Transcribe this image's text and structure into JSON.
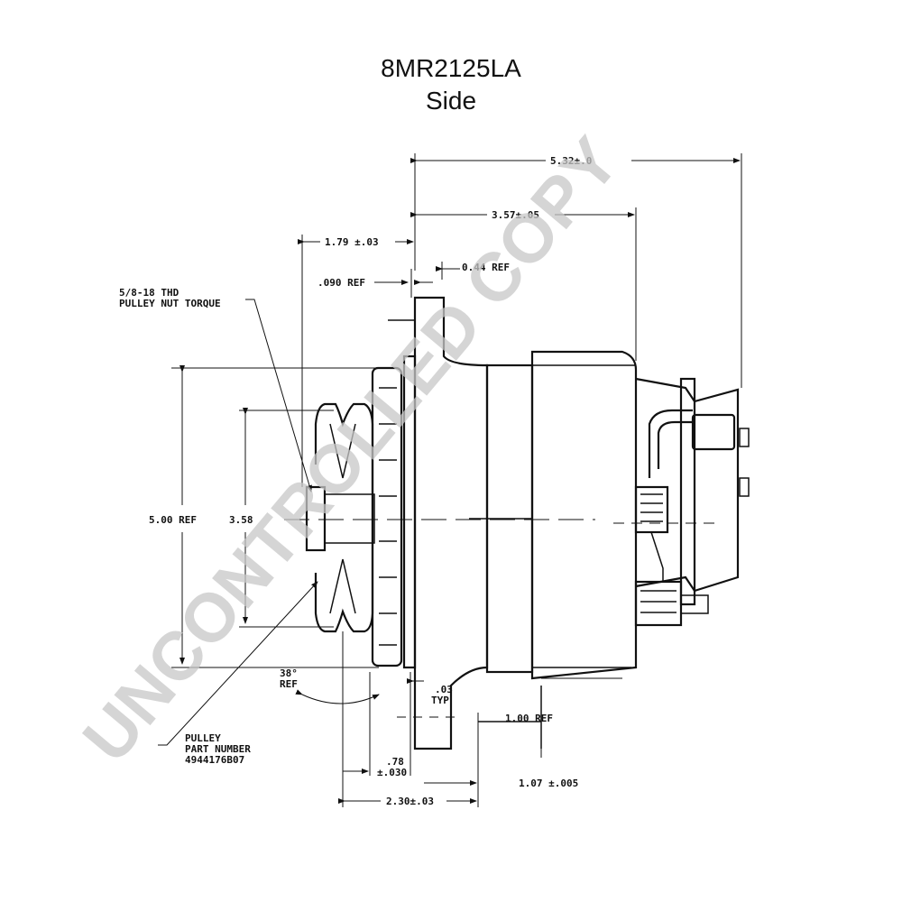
{
  "title": {
    "part_number": "8MR2125LA",
    "view": "Side"
  },
  "watermark": "UNCONTROLLED COPY",
  "dimensions": {
    "overall_length": "5.32±.0",
    "body_length": "3.57±.05",
    "hub_offset": "1.79 ±.03",
    "flange_thickness": "0.44 REF",
    "flange_gap": ".090 REF",
    "overall_dia": "5.00 REF",
    "pulley_dia": "3.58",
    "groove_angle": "38°",
    "groove_angle_ref": "REF",
    "wall": ".03",
    "wall_typ": "TYP",
    "mount_height": "1.00 REF",
    "pulley_width": ".78",
    "pulley_width_tol": "±.030",
    "lug_width": "1.07 ±.005",
    "pulley_to_flange": "2.30±.03"
  },
  "notes": {
    "thread_line1": "5/8-18 THD",
    "thread_line2": "PULLEY NUT TORQUE",
    "pulley_line1": "PULLEY",
    "pulley_line2": "PART NUMBER",
    "pulley_line3": "4944176B07"
  }
}
